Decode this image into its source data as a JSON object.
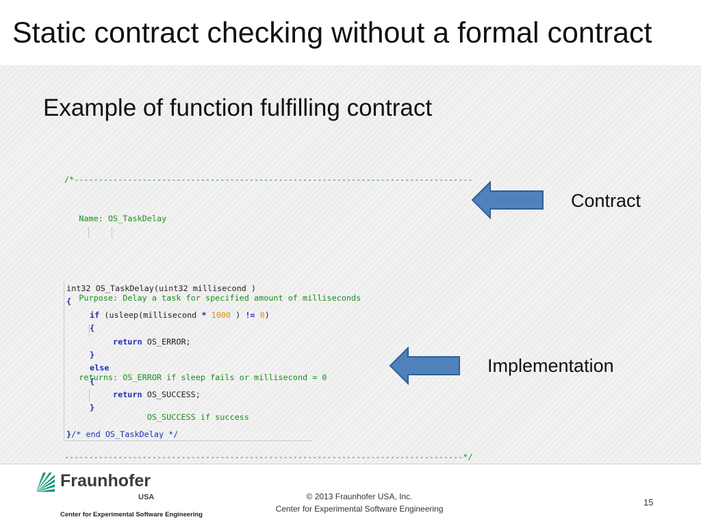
{
  "slide": {
    "title": "Static contract checking without a formal contract",
    "subtitle": "Example of function fulfilling contract",
    "page_number": "15"
  },
  "contract_comment": [
    "/*----------------------------------------------------------------------------------",
    "   Name: OS_TaskDelay",
    "",
    "   Purpose: Delay a task for specified amount of milliseconds",
    "",
    "   returns: OS_ERROR if sleep fails or millisecond = 0",
    "                 OS_SUCCESS if success",
    "----------------------------------------------------------------------------------*/"
  ],
  "implementation": {
    "signature": "int32 OS_TaskDelay(uint32 millisecond )",
    "open_brace": "{",
    "if_kw": "if",
    "if_call": " (usleep(millisecond ",
    "if_op": "*",
    "if_num1": " 1000",
    "if_close": " ) ",
    "if_neq": "!=",
    "if_num2": " 0",
    "if_end": ")",
    "brace_open": "{",
    "return_kw": "return",
    "return_error": " OS_ERROR;",
    "brace_close": "}",
    "else_kw": "else",
    "return_success": " OS_SUCCESS;",
    "end_brace": "}",
    "end_comment": "/* end OS_TaskDelay */"
  },
  "annotations": {
    "contract_label": "Contract",
    "implementation_label": "Implementation"
  },
  "footer": {
    "logo_name": "Fraunhofer",
    "logo_region": "USA",
    "logo_subtitle": "Center for Experimental Software Engineering",
    "copyright_line1": "© 2013 Fraunhofer USA, Inc.",
    "copyright_line2": "Center for Experimental Software Engineering"
  },
  "colors": {
    "arrow_fill": "#4f81bd",
    "arrow_stroke": "#2f5f96",
    "comment_green": "#1a8c1a",
    "keyword_blue": "#1f2fb0",
    "number_orange": "#e08a00",
    "logo_green": "#179c7d"
  }
}
